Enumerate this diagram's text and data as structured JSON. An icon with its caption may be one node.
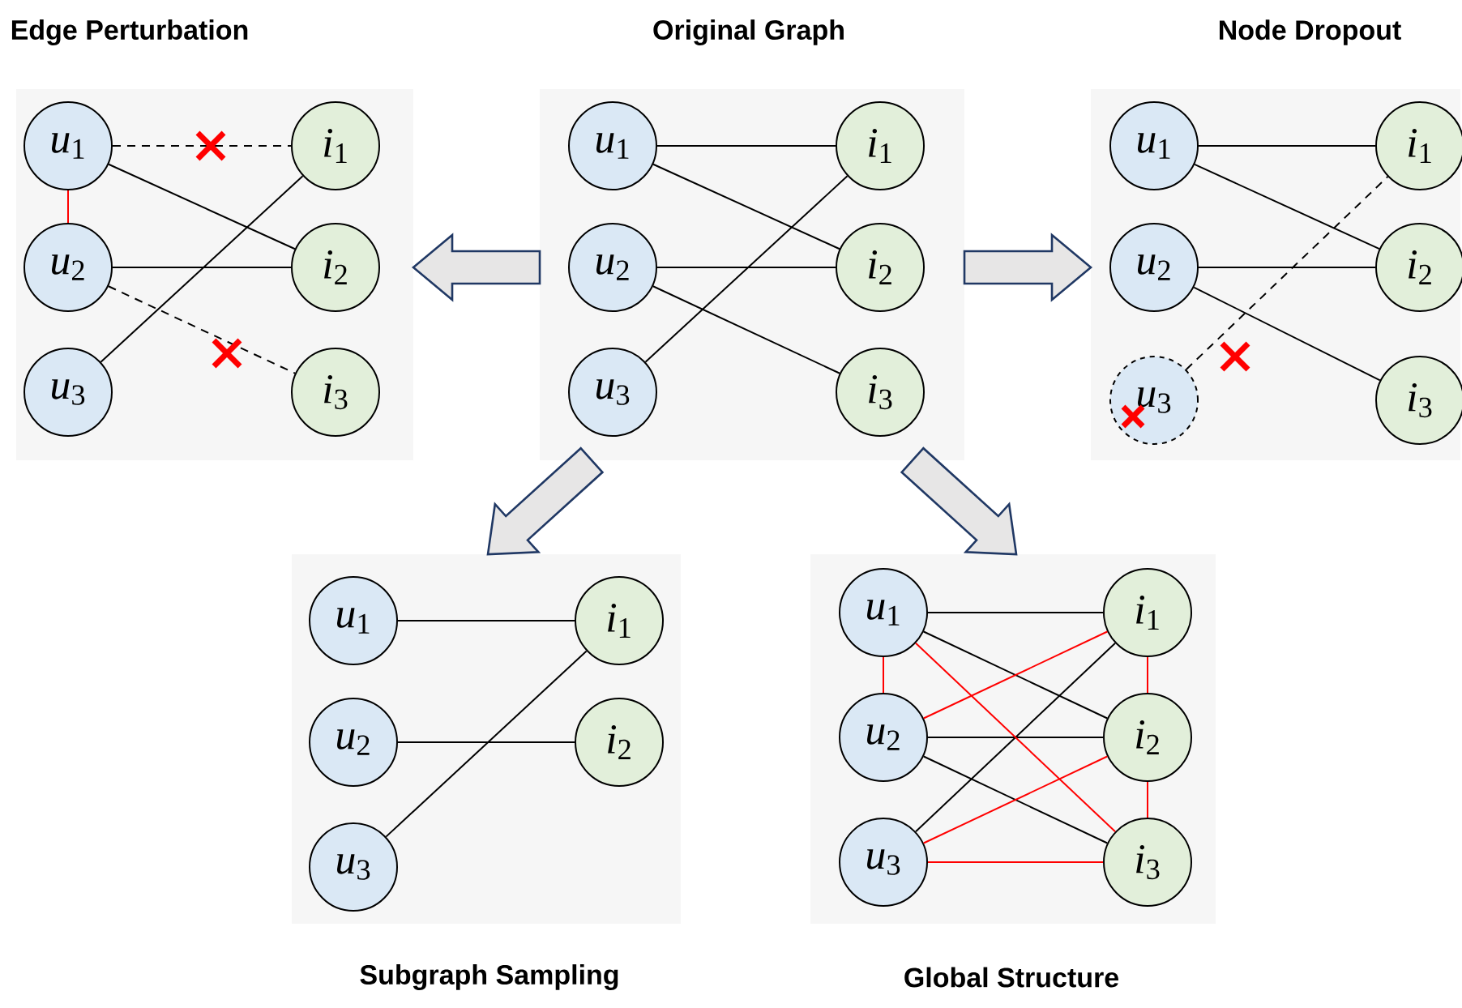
{
  "diagram": {
    "nodes": [
      {
        "text": [
          "Edge Perturbation"
        ]
      },
      {
        "text": [
          "*u*$_{1}$"
        ],
        "in": 0
      },
      {
        "text": [
          "*u*$_{2}$"
        ],
        "in": 0
      },
      {
        "text": [
          "*u*$_{3}$"
        ],
        "in": 0
      },
      {
        "text": [
          "*i*$_{1}$"
        ],
        "in": 0
      },
      {
        "text": [
          "*i*$_{2}$"
        ],
        "in": 0
      },
      {
        "text": [
          "*i*$_{3}$"
        ],
        "in": 0
      },
      {
        "text": [
          "Original Graph"
        ]
      },
      {
        "text": [
          "*u*$_{1}$"
        ],
        "in": 7
      },
      {
        "text": [
          "*u*$_{2}$"
        ],
        "in": 7
      },
      {
        "text": [
          "*u*$_{3}$"
        ],
        "in": 7
      },
      {
        "text": [
          "*i*$_{1}$"
        ],
        "in": 7
      },
      {
        "text": [
          "*i*$_{2}$"
        ],
        "in": 7
      },
      {
        "text": [
          "*i*$_{3}$"
        ],
        "in": 7
      },
      {
        "text": [
          "Node Dropout"
        ]
      },
      {
        "text": [
          "*u*$_{1}$"
        ],
        "in": 14
      },
      {
        "text": [
          "*u*$_{2}$"
        ],
        "in": 14
      },
      {
        "text": [
          "*u*$_{3}$"
        ],
        "in": 14
      },
      {
        "text": [
          "*i*$_{1}$"
        ],
        "in": 14
      },
      {
        "text": [
          "*i*$_{2}$"
        ],
        "in": 14
      },
      {
        "text": [
          "*i*$_{3}$"
        ],
        "in": 14
      },
      {
        "text": [
          "Subgraph Sampling"
        ]
      },
      {
        "text": [
          "*u*$_{1}$"
        ],
        "in": 21
      },
      {
        "text": [
          "*u*$_{2}$"
        ],
        "in": 21
      },
      {
        "text": [
          "*u*$_{3}$"
        ],
        "in": 21
      },
      {
        "text": [
          "*i*$_{1}$"
        ],
        "in": 21
      },
      {
        "text": [
          "*i*$_{2}$"
        ],
        "in": 21
      },
      {
        "text": [
          "Global Structure"
        ]
      },
      {
        "text": [
          "*u*$_{1}$"
        ],
        "in": 27
      },
      {
        "text": [
          "*u*$_{2}$"
        ],
        "in": 27
      },
      {
        "text": [
          "*u*$_{3}$"
        ],
        "in": 27
      },
      {
        "text": [
          "*i*$_{1}$"
        ],
        "in": 27
      },
      {
        "text": [
          "*i*$_{2}$"
        ],
        "in": 27
      },
      {
        "text": [
          "*i*$_{3}$"
        ],
        "in": 27
      }
    ],
    "edges": [
      {
        "from": 1,
        "to": 4,
        "arrow": "none",
        "style": "dashed"
      },
      {
        "from": 1,
        "to": 5,
        "arrow": "none"
      },
      {
        "from": 1,
        "to": 2,
        "arrow": "none",
        "color": "#ff0000"
      },
      {
        "from": 2,
        "to": 5,
        "arrow": "none"
      },
      {
        "from": 2,
        "to": 6,
        "arrow": "none",
        "style": "dashed"
      },
      {
        "from": 3,
        "to": 4,
        "arrow": "none"
      },
      {
        "from": 8,
        "to": 11,
        "arrow": "none"
      },
      {
        "from": 8,
        "to": 12,
        "arrow": "none"
      },
      {
        "from": 9,
        "to": 12,
        "arrow": "none"
      },
      {
        "from": 9,
        "to": 13,
        "arrow": "none"
      },
      {
        "from": 10,
        "to": 11,
        "arrow": "none"
      },
      {
        "from": 15,
        "to": 18,
        "arrow": "none"
      },
      {
        "from": 15,
        "to": 19,
        "arrow": "none"
      },
      {
        "from": 16,
        "to": 19,
        "arrow": "none"
      },
      {
        "from": 16,
        "to": 20,
        "arrow": "none"
      },
      {
        "from": 17,
        "to": 18,
        "arrow": "none",
        "style": "dashed"
      },
      {
        "from": 22,
        "to": 25,
        "arrow": "none"
      },
      {
        "from": 23,
        "to": 26,
        "arrow": "none"
      },
      {
        "from": 24,
        "to": 25,
        "arrow": "none"
      },
      {
        "from": 28,
        "to": 31,
        "arrow": "none"
      },
      {
        "from": 28,
        "to": 32,
        "arrow": "none"
      },
      {
        "from": 29,
        "to": 32,
        "arrow": "none"
      },
      {
        "from": 29,
        "to": 33,
        "arrow": "none"
      },
      {
        "from": 30,
        "to": 31,
        "arrow": "none"
      },
      {
        "from": 28,
        "to": 29,
        "arrow": "none",
        "color": "#ff0000"
      },
      {
        "from": 31,
        "to": 32,
        "arrow": "none",
        "color": "#ff0000"
      },
      {
        "from": 32,
        "to": 33,
        "arrow": "none",
        "color": "#ff0000"
      },
      {
        "from": 28,
        "to": 33,
        "arrow": "none",
        "color": "#ff0000"
      },
      {
        "from": 29,
        "to": 31,
        "arrow": "none",
        "color": "#ff0000"
      },
      {
        "from": 30,
        "to": 32,
        "arrow": "none",
        "color": "#ff0000"
      },
      {
        "from": 30,
        "to": 33,
        "arrow": "none",
        "color": "#ff0000"
      },
      {
        "from": 7,
        "to": 0,
        "arrow": "to"
      },
      {
        "from": 7,
        "to": 14,
        "arrow": "to"
      },
      {
        "from": 7,
        "to": 21,
        "arrow": "to"
      },
      {
        "from": 7,
        "to": 27,
        "arrow": "to"
      }
    ]
  }
}
